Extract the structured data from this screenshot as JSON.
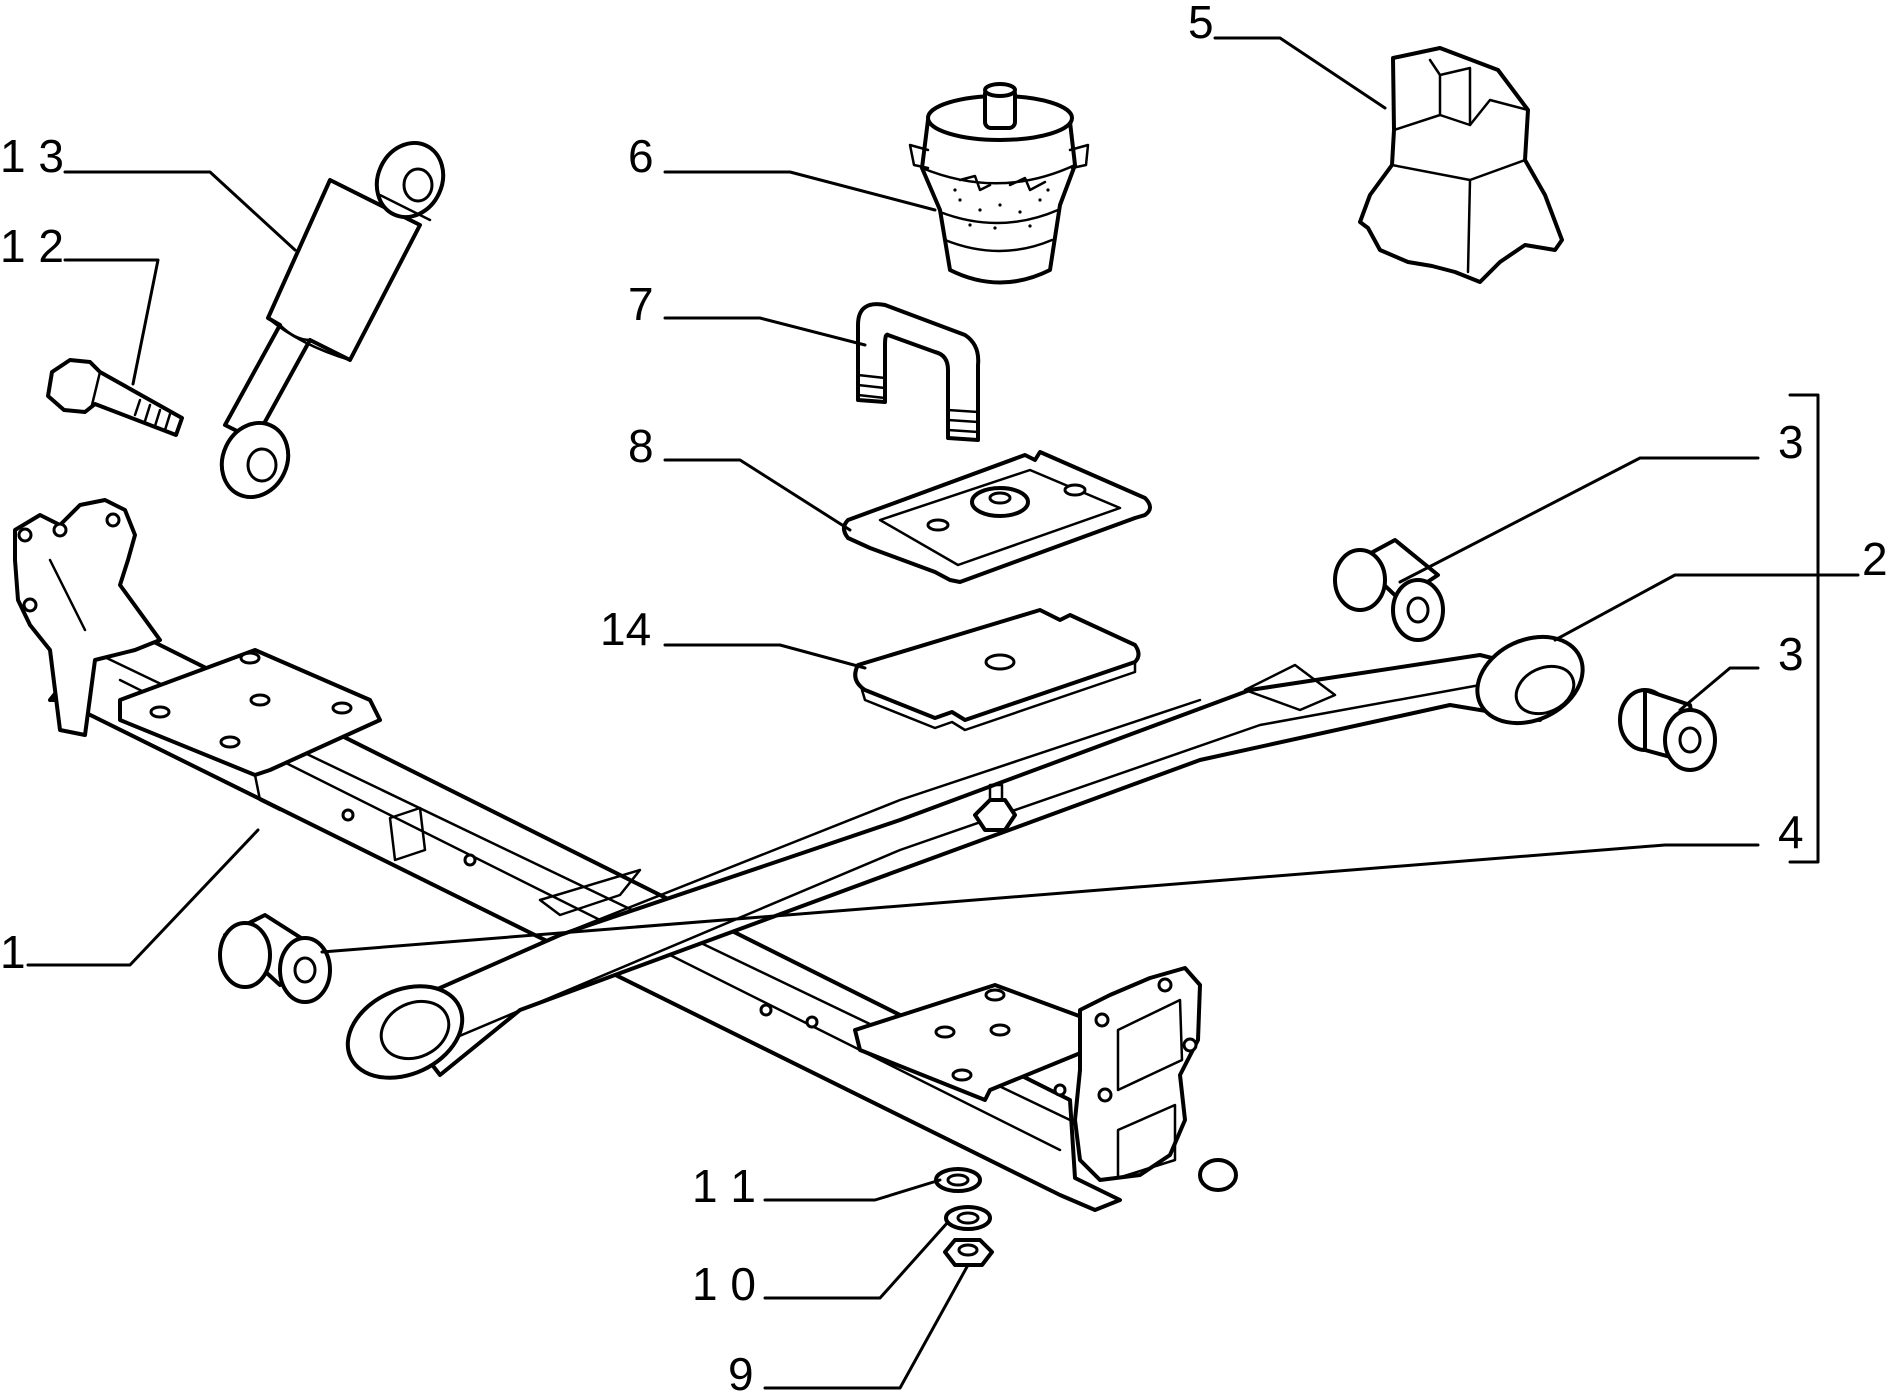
{
  "callouts": {
    "c1": "1",
    "c2": "2",
    "c3a": "3",
    "c3b": "3",
    "c4": "4",
    "c5": "5",
    "c6": "6",
    "c7": "7",
    "c8": "8",
    "c9": "9",
    "c10": "1 0",
    "c11": "1 1",
    "c12": "1 2",
    "c13": "1 3",
    "c14": "14"
  }
}
